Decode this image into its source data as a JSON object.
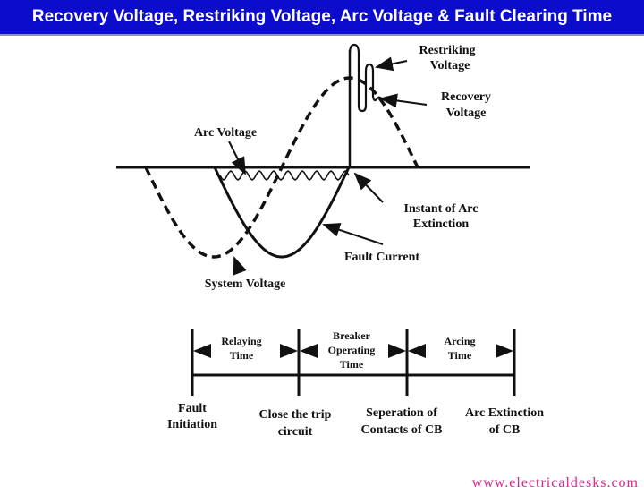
{
  "title": "Recovery Voltage, Restriking Voltage, Arc Voltage & Fault Clearing Time",
  "waveform_labels": {
    "restriking": [
      "Restriking",
      "Voltage"
    ],
    "recovery": [
      "Recovery",
      "Voltage"
    ],
    "arc_voltage": "Arc Voltage",
    "arc_extinction": [
      "Instant of Arc",
      "Extinction"
    ],
    "fault_current": "Fault Current",
    "system_voltage": "System Voltage"
  },
  "timeline": {
    "intervals": [
      {
        "lines": [
          "Relaying",
          "Time"
        ]
      },
      {
        "lines": [
          "Breaker",
          "Operating",
          "Time"
        ]
      },
      {
        "lines": [
          "Arcing",
          "Time"
        ]
      }
    ],
    "events": [
      {
        "lines": [
          "Fault",
          "Initiation"
        ]
      },
      {
        "lines": [
          "Close the trip",
          "circuit"
        ]
      },
      {
        "lines": [
          "Seperation of",
          "Contacts of CB"
        ]
      },
      {
        "lines": [
          "Arc Extinction",
          "of CB"
        ]
      }
    ]
  },
  "watermark": "www.electricaldesks.com",
  "colors": {
    "header": "#0c0ccc",
    "watermark": "#e0218a"
  }
}
